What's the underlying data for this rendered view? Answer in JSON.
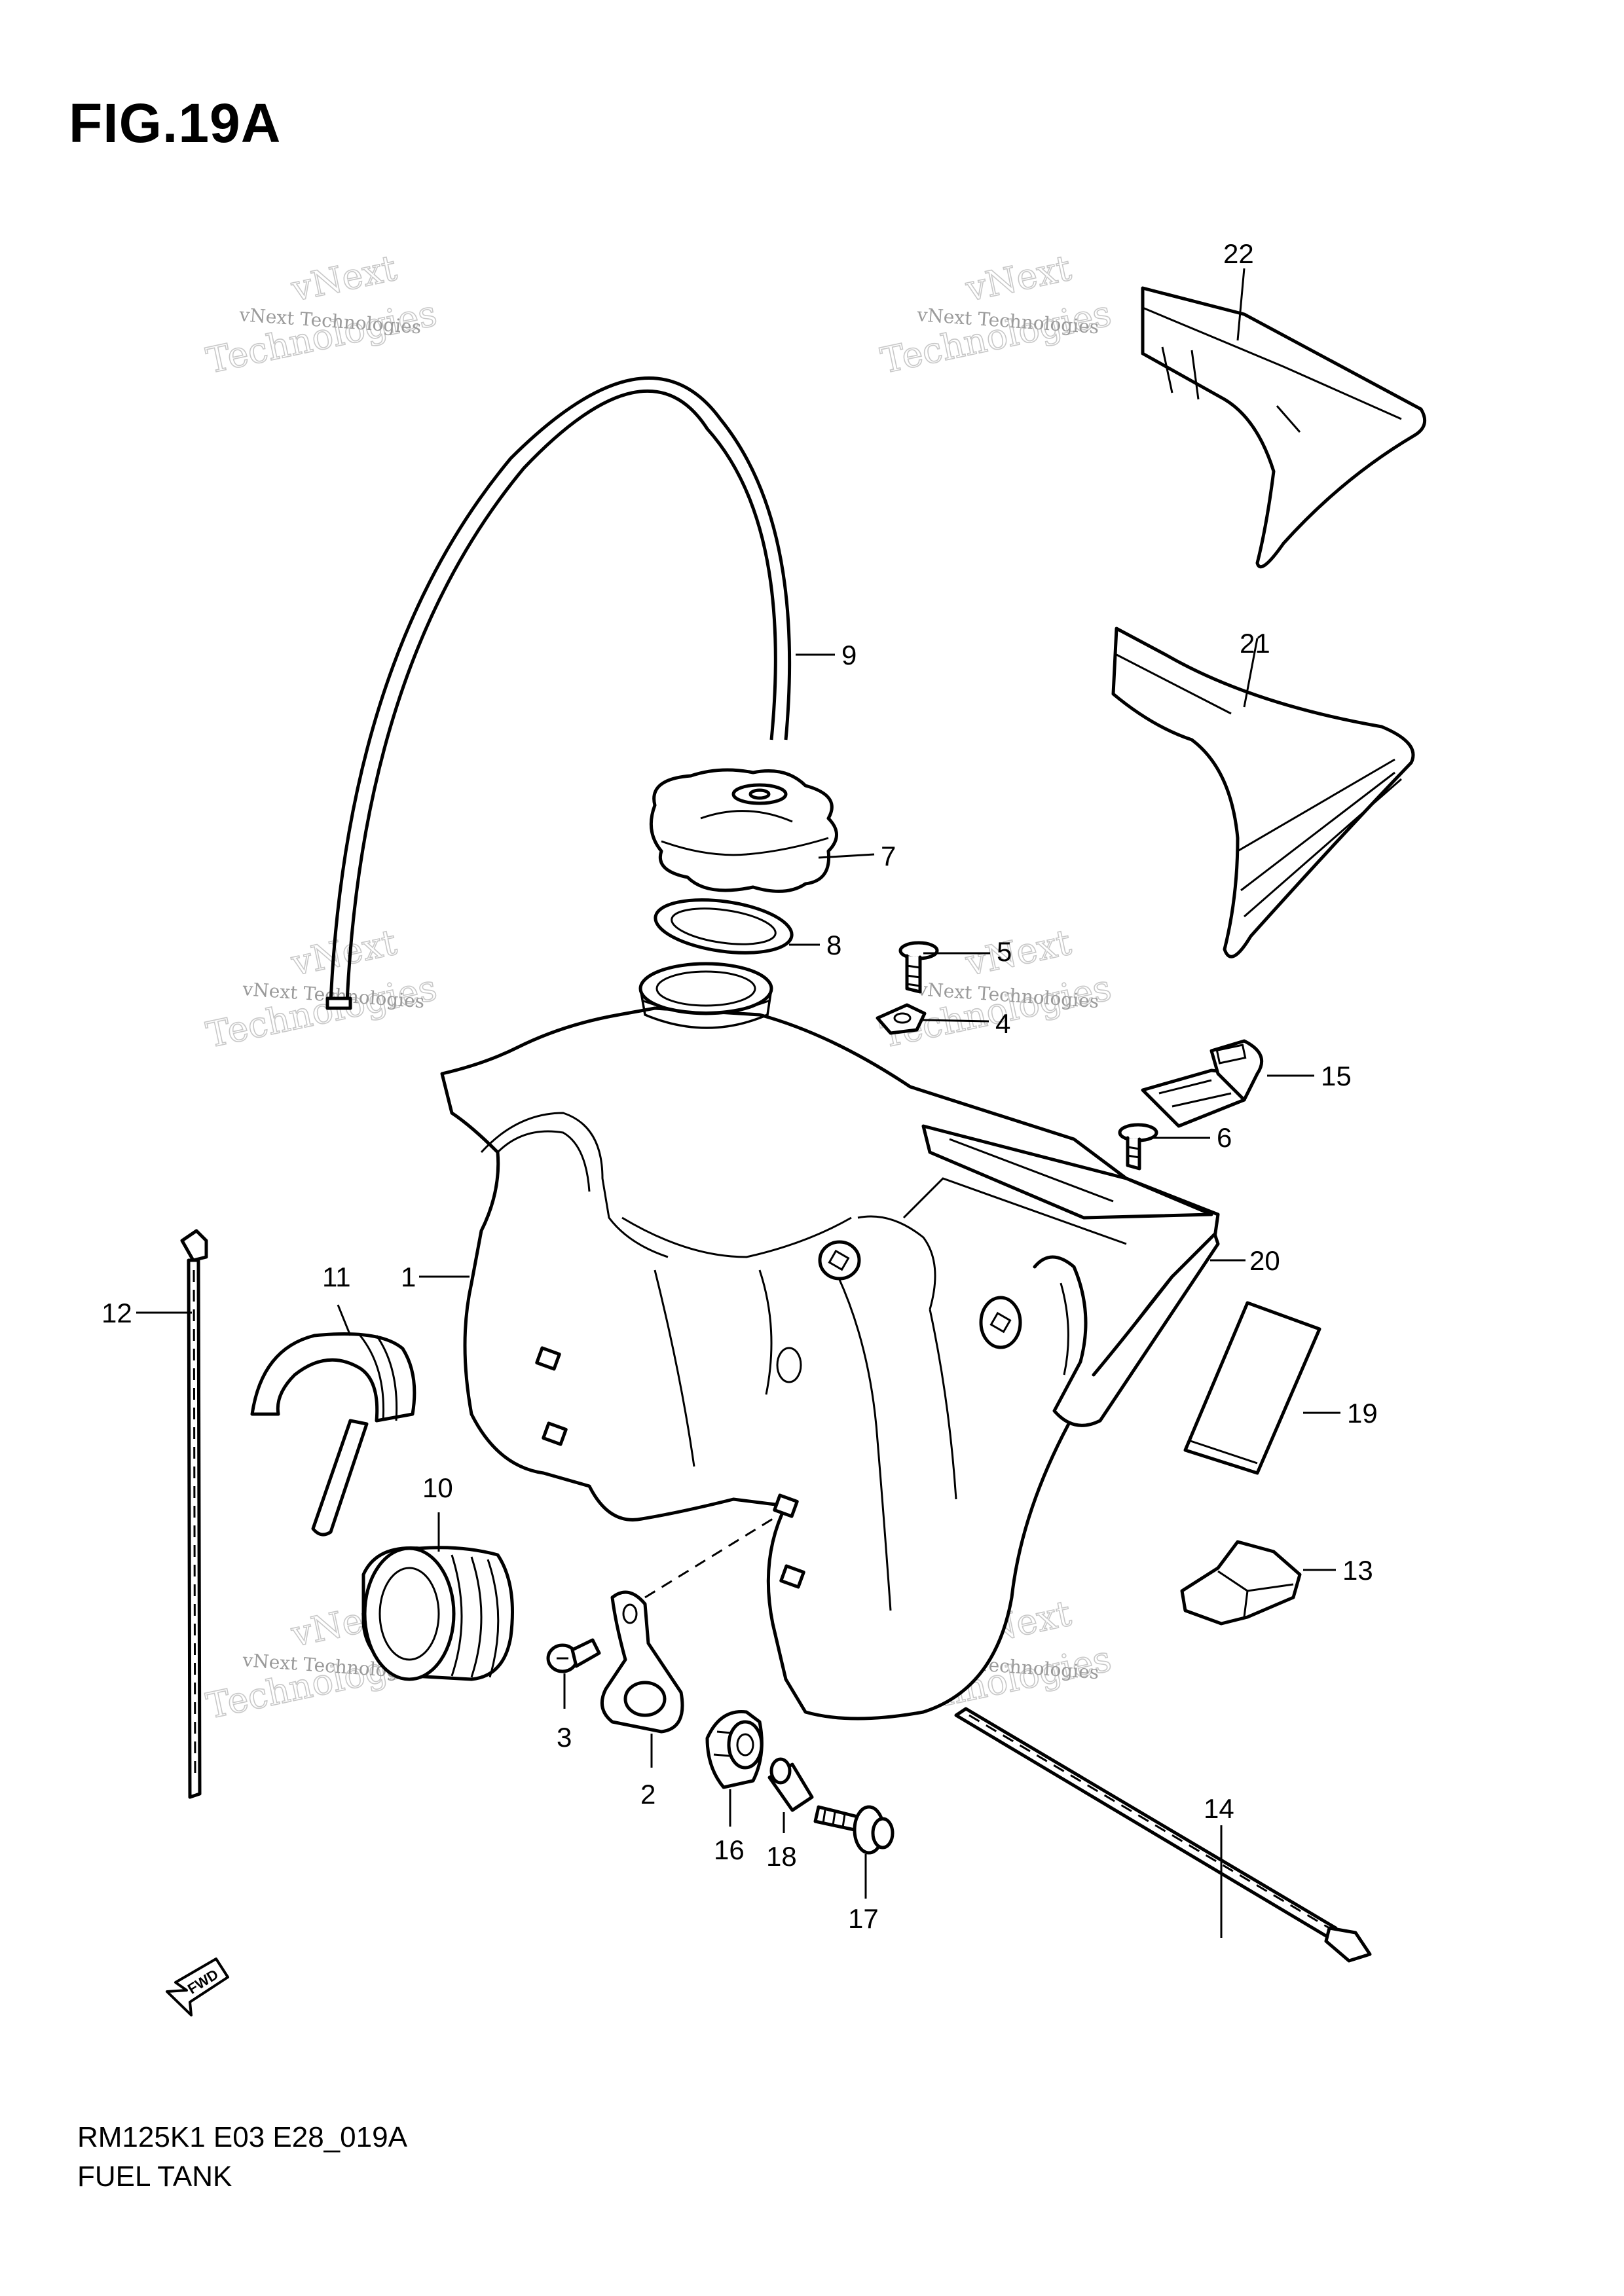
{
  "figure": {
    "title": "FIG.19A",
    "model_code": "RM125K1 E03 E28_019A",
    "name": "FUEL TANK"
  },
  "watermark": {
    "line1": "vNext Technologies",
    "line2": "Technologies",
    "line3": "vNext"
  },
  "direction_label": "FWD",
  "callouts": {
    "c1": "1",
    "c2": "2",
    "c3": "3",
    "c4": "4",
    "c5": "5",
    "c6": "6",
    "c7": "7",
    "c8": "8",
    "c9": "9",
    "c10": "10",
    "c11": "11",
    "c12": "12",
    "c13": "13",
    "c14": "14",
    "c15": "15",
    "c16": "16",
    "c17": "17",
    "c18": "18",
    "c19": "19",
    "c20": "20",
    "c21": "21",
    "c22": "22"
  }
}
